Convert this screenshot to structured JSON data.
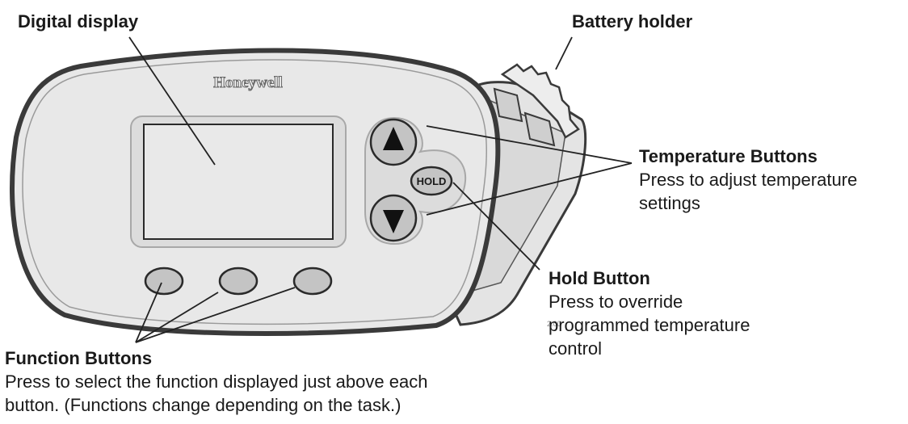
{
  "device": {
    "brand": "Honeywell",
    "hold_button_label": "HOLD",
    "part_code": "2:00"
  },
  "callouts": {
    "digital_display": {
      "title": "Digital display"
    },
    "battery_holder": {
      "title": "Battery holder"
    },
    "temperature_buttons": {
      "title": "Temperature Buttons",
      "desc_lines": [
        "Press to adjust temperature",
        "settings"
      ]
    },
    "hold_button": {
      "title": "Hold Button",
      "desc_lines": [
        "Press to override",
        "programmed temperature",
        "control"
      ]
    },
    "function_buttons": {
      "title": "Function Buttons",
      "desc_lines": [
        "Press to select the function displayed just above each",
        "button. (Functions change depending on the task.)"
      ]
    }
  },
  "colors": {
    "body_fill": "#e6e6e6",
    "outline": "#3a3a3a",
    "button_fill": "#c8c8c8"
  },
  "icons": {
    "up_button": "up-arrow-icon",
    "down_button": "down-arrow-icon"
  }
}
